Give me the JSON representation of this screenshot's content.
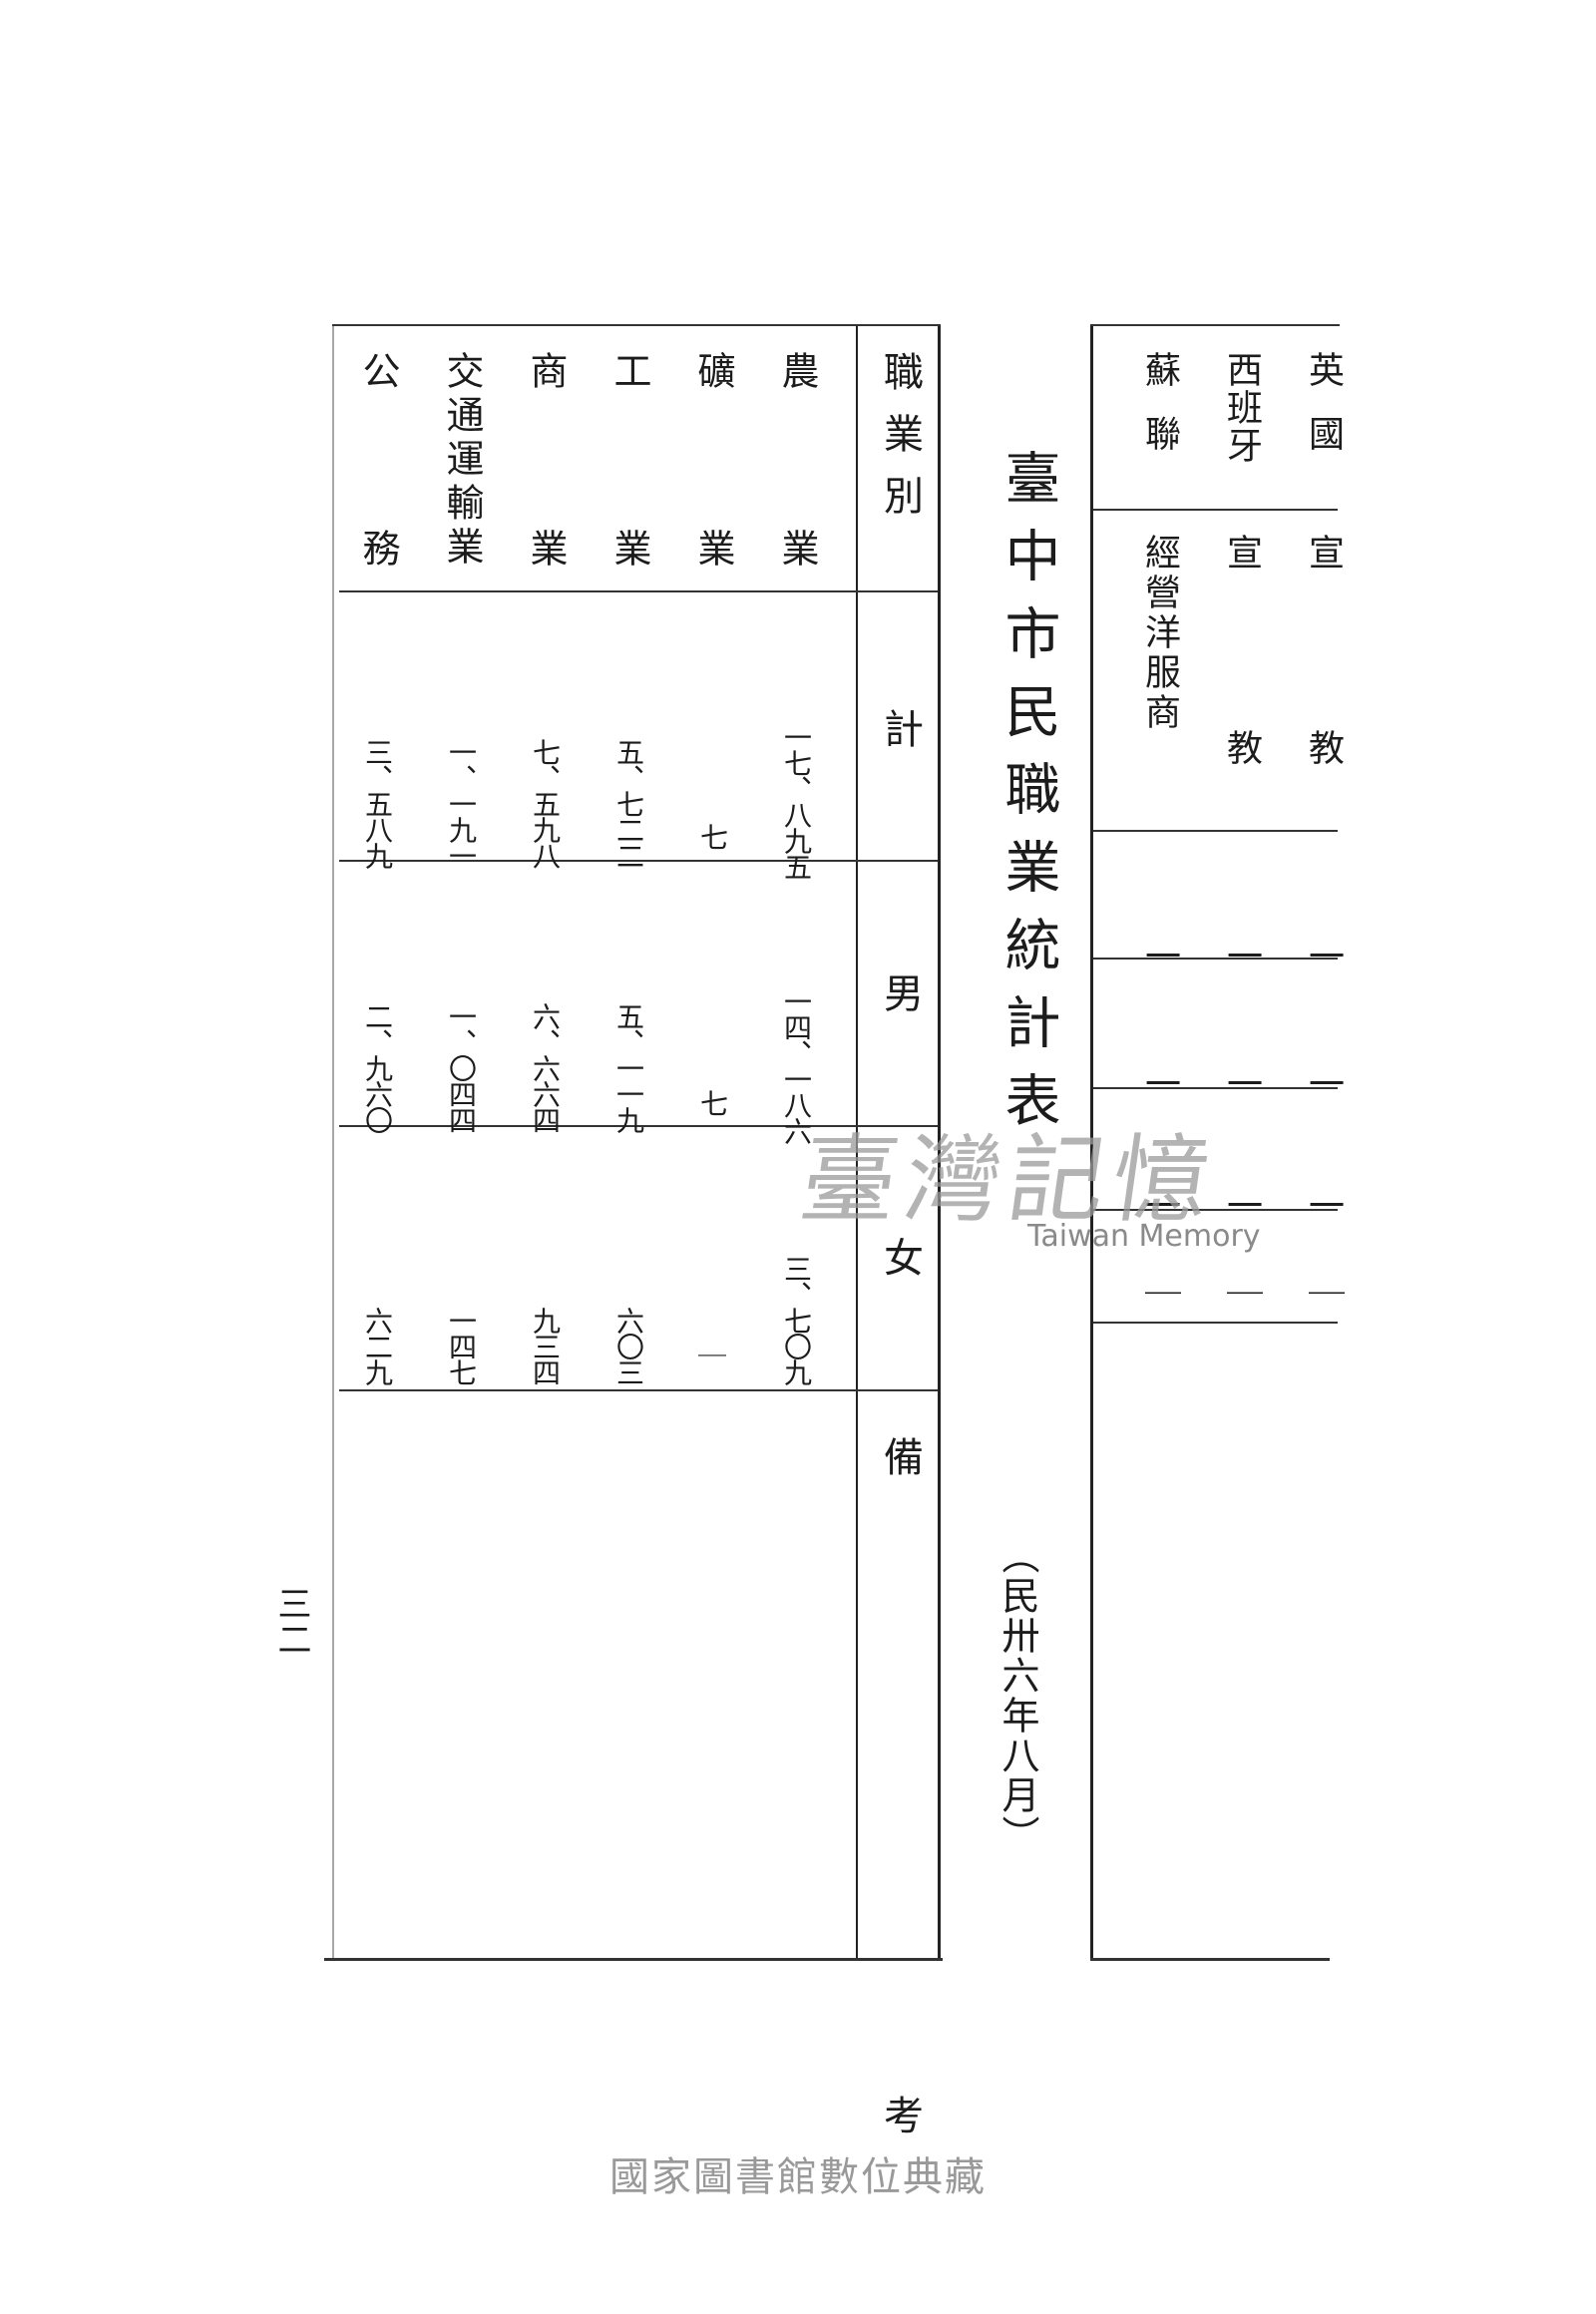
{
  "title": "臺中市民職業統計表",
  "date": "（民卅六年八月）",
  "page_number": "三二",
  "header": {
    "occupation": "職業別",
    "total": "計",
    "male": "男",
    "female": "女",
    "remarks": "備　　考"
  },
  "rows": [
    {
      "occupation": "農業",
      "total": "一七、八九五",
      "male": "一四、一八六",
      "female": "三、七〇九"
    },
    {
      "occupation": "礦業",
      "total": "七",
      "male": "七",
      "female": "｜"
    },
    {
      "occupation": "工業",
      "total": "五、七二二",
      "male": "五、一一九",
      "female": "六〇三"
    },
    {
      "occupation": "商業",
      "total": "七、五九八",
      "male": "六、六六四",
      "female": "九三四"
    },
    {
      "occupation": "交通運輸業",
      "total": "一、一九一",
      "male": "一、〇四四",
      "female": "一四七"
    },
    {
      "occupation": "公務",
      "total": "三、五八九",
      "male": "二、九六〇",
      "female": "六二九"
    }
  ],
  "right_table": {
    "rows": [
      {
        "country": "英國",
        "occupation": "宣教",
        "v1": "一",
        "v2": "一",
        "v3": "一",
        "v4": "｜"
      },
      {
        "country": "西班牙",
        "occupation": "宣教",
        "v1": "一",
        "v2": "一",
        "v3": "一",
        "v4": "｜"
      },
      {
        "country": "蘇聯",
        "occupation": "經營洋服商",
        "v1": "一",
        "v2": "一",
        "v3": "一",
        "v4": "｜"
      }
    ]
  },
  "watermark": {
    "chinese": "臺灣記憶",
    "english": "Taiwan Memory"
  },
  "footer": "國家圖書館數位典藏"
}
